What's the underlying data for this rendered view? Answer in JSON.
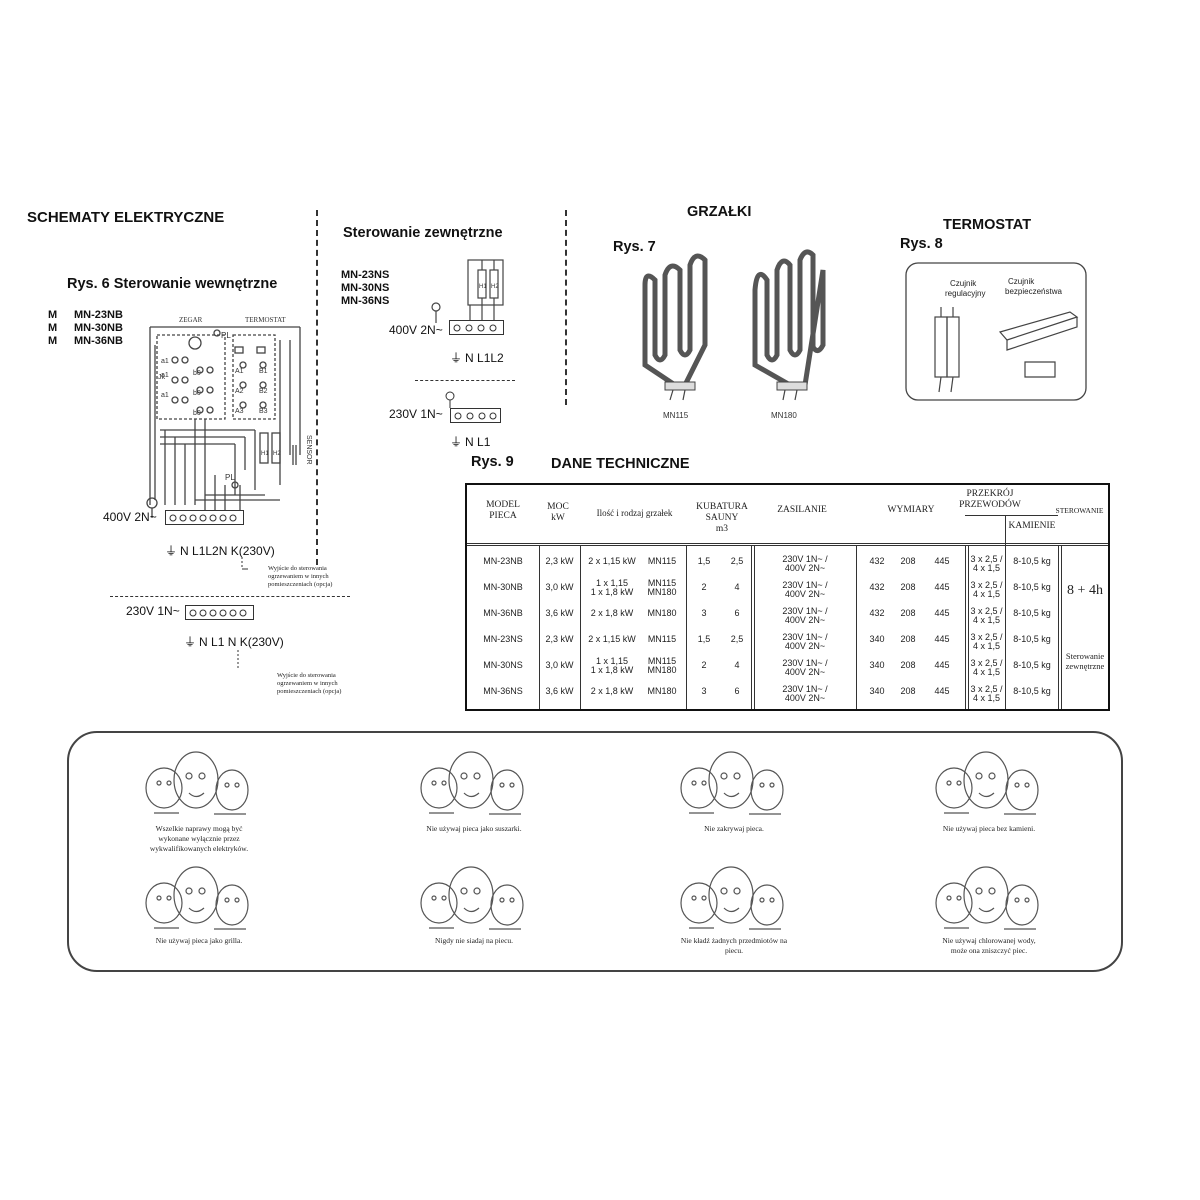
{
  "headings": {
    "main": "SCHEMATY ELEKTRYCZNE",
    "fig6": "Rys. 6  Sterowanie wewnętrzne",
    "external": "Sterowanie zewnętrzne",
    "heaters": "GRZAŁKI",
    "fig7": "Rys. 7",
    "thermostat": "TERMOSTAT",
    "fig8": "Rys. 8",
    "fig9": "Rys. 9",
    "tech": "DANE TECHNICZNE"
  },
  "fig6": {
    "models": [
      "MN-23NB",
      "MN-30NB",
      "MN-36NB"
    ],
    "side_letters": [
      "M",
      "M",
      "M"
    ],
    "zegar": "ZEGAR",
    "termostat": "TERMOSTAT",
    "pl_top": "PL",
    "pl_mid": "PL",
    "sensor": "SENSOR",
    "supply_400": "400V 2N~",
    "terminals_400": "N L1L2N  K(230V)",
    "note_400": [
      "Wyjście do sterowania",
      "ogrzewaniem w innych",
      "pomieszczeniach (opcja)"
    ],
    "supply_230": "230V 1N~",
    "terminals_230": "N   L1  N  K(230V)",
    "note_230": [
      "Wyjście do sterowania",
      "ogrzewaniem w innych",
      "pomieszczeniach (opcja)"
    ],
    "contact_labels": [
      "a1",
      "a",
      "a1",
      "a",
      "a1",
      "a",
      "b",
      "b0",
      "b",
      "b0",
      "b",
      "b0",
      "A1",
      "B1",
      "A2",
      "B2",
      "A3",
      "B3",
      "H1",
      "H2",
      "Jk"
    ]
  },
  "external": {
    "models": [
      "MN-23NS",
      "MN-30NS",
      "MN-36NS"
    ],
    "supply_400": "400V 2N~",
    "terminals_400": "N L1L2",
    "supply_230": "230V 1N~",
    "terminals_230": "N   L1",
    "h1": "H1",
    "h2": "H2"
  },
  "heaters": {
    "left": "MN115",
    "right": "MN180"
  },
  "thermostat": {
    "sensor_reg": [
      "Czujnik",
      "regulacyjny"
    ],
    "sensor_safe": [
      "Czujnik",
      "bezpieczeństwa"
    ]
  },
  "table": {
    "headers": {
      "model": [
        "MODEL",
        "PIECA"
      ],
      "power": [
        "MOC",
        "kW"
      ],
      "heaters": "Ilość i rodzaj grzałek",
      "volume": [
        "KUBATURA",
        "SAUNY",
        "m3"
      ],
      "supply": "ZASILANIE",
      "dims": "WYMIARY",
      "cable": [
        "PRZEKRÓJ",
        "PRZEWODÓW"
      ],
      "stones": "KAMIENIE",
      "control": "STEROWANIE"
    },
    "rows": [
      {
        "model": "MN-23NB",
        "power": "2,3 kW",
        "count": [
          "2 x 1,15 kW"
        ],
        "type": [
          "MN115"
        ],
        "vmin": "1,5",
        "vmax": "2,5",
        "supply": [
          "230V 1N~ /",
          "400V 2N~"
        ],
        "w": "432",
        "d": "208",
        "h": "445",
        "cable": [
          "3 x 2,5 /",
          "4 x 1,5"
        ],
        "stones": "8-10,5 kg"
      },
      {
        "model": "MN-30NB",
        "power": "3,0 kW",
        "count": [
          "1 x 1,15",
          "1 x 1,8 kW"
        ],
        "type": [
          "MN115",
          "MN180"
        ],
        "vmin": "2",
        "vmax": "4",
        "supply": [
          "230V 1N~ /",
          "400V 2N~"
        ],
        "w": "432",
        "d": "208",
        "h": "445",
        "cable": [
          "3 x 2,5 /",
          "4 x 1,5"
        ],
        "stones": "8-10,5 kg"
      },
      {
        "model": "MN-36NB",
        "power": "3,6 kW",
        "count": [
          "2 x 1,8 kW"
        ],
        "type": [
          "MN180"
        ],
        "vmin": "3",
        "vmax": "6",
        "supply": [
          "230V 1N~ /",
          "400V 2N~"
        ],
        "w": "432",
        "d": "208",
        "h": "445",
        "cable": [
          "3 x 2,5 /",
          "4 x 1,5"
        ],
        "stones": "8-10,5 kg"
      },
      {
        "model": "MN-23NS",
        "power": "2,3 kW",
        "count": [
          "2 x 1,15 kW"
        ],
        "type": [
          "MN115"
        ],
        "vmin": "1,5",
        "vmax": "2,5",
        "supply": [
          "230V 1N~ /",
          "400V 2N~"
        ],
        "w": "340",
        "d": "208",
        "h": "445",
        "cable": [
          "3 x 2,5 /",
          "4 x 1,5"
        ],
        "stones": "8-10,5 kg"
      },
      {
        "model": "MN-30NS",
        "power": "3,0 kW",
        "count": [
          "1 x 1,15",
          "1 x 1,8 kW"
        ],
        "type": [
          "MN115",
          "MN180"
        ],
        "vmin": "2",
        "vmax": "4",
        "supply": [
          "230V 1N~ /",
          "400V 2N~"
        ],
        "w": "340",
        "d": "208",
        "h": "445",
        "cable": [
          "3 x 2,5 /",
          "4 x 1,5"
        ],
        "stones": "8-10,5 kg"
      },
      {
        "model": "MN-36NS",
        "power": "3,6 kW",
        "count": [
          "2 x 1,8 kW"
        ],
        "type": [
          "MN180"
        ],
        "vmin": "3",
        "vmax": "6",
        "supply": [
          "230V 1N~ /",
          "400V 2N~"
        ],
        "w": "340",
        "d": "208",
        "h": "445",
        "cable": [
          "3 x 2,5 /",
          "4 x 1,5"
        ],
        "stones": "8-10,5 kg"
      }
    ],
    "control_nb": "8 + 4h",
    "control_ns": [
      "Sterowanie",
      "zewnętrzne"
    ]
  },
  "warnings": [
    [
      "Wszelkie naprawy mogą być",
      "wykonane wyłącznie przez",
      "wykwalifikowanych elektryków."
    ],
    [
      "Nie używaj pieca jako suszarki."
    ],
    [
      "Nie zakrywaj pieca."
    ],
    [
      "Nie używaj pieca bez kamieni."
    ],
    [
      "Nie używaj pieca jako grilla."
    ],
    [
      "Nigdy nie siadaj na piecu."
    ],
    [
      "Nie kładź żadnych przedmiotów na",
      "piecu."
    ],
    [
      "Nie używaj chlorowanej wody,",
      "może ona zniszczyć piec."
    ]
  ]
}
